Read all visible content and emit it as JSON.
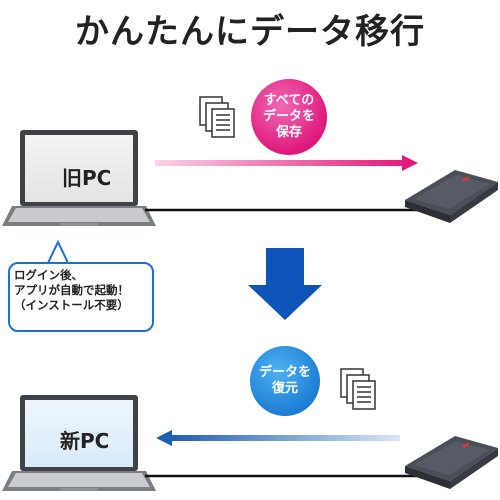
{
  "title": "かんたんにデータ移行",
  "steps": {
    "save": {
      "label": "すべての\nデータを\n保存"
    },
    "restore": {
      "label": "データを\n復元"
    }
  },
  "devices": {
    "old_pc": {
      "label": "旧PC"
    },
    "new_pc": {
      "label": "新PC"
    }
  },
  "callout": {
    "text": "ログイン後、\nアプリが自動で起動！\n（インストール不要）"
  },
  "colors": {
    "pink": "#e0197c",
    "blue": "#1d7fd4",
    "dark_blue_arrow": "#0e53b8",
    "line": "#111111"
  },
  "icons": [
    "documents-icon",
    "laptop-icon",
    "external-drive-icon",
    "down-arrow-icon"
  ]
}
